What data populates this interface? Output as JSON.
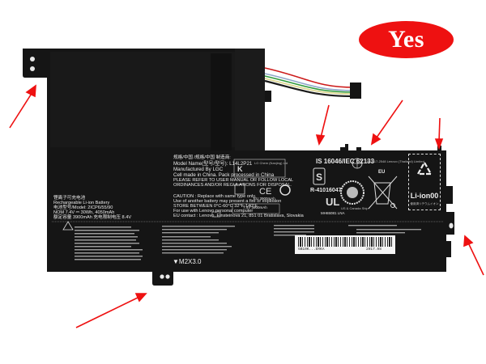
{
  "image": {
    "subject": "Laptop battery (rear/label side) on white background",
    "badge": {
      "label": "Yes",
      "color": "#ee1111",
      "text_color": "#ffffff"
    },
    "arrow_color": "#ee1111",
    "arrows_count": 6,
    "battery": {
      "color": "#141414",
      "header_cn": "规格/中国 /规格/中国  制造商:",
      "model_name": "Model Name(型号/型号): L14L2P21",
      "manufacturer": "Manufactured By LGC",
      "origin": "Cell made in China.  Pack processed in China",
      "notice1": "PLEASE REFER TO USER MANUAL OR FOLLOW LOCAL",
      "notice2": "ORDINANCES AND/OR REGULATIONS FOR DISPOSAL.",
      "caution": "CAUTION : Replace with same type only.",
      "warning": "Use of another battery may present a fire or explosion",
      "store": "STORE BETWEEN 0°C-60°C  32°F-140°F",
      "use_for": "For use with Lenovo personal computer",
      "eu_contact": "EU contact : Lenovo, Einsteinova 21, 851 01 Bratislava, Slovakia",
      "left_title_cn": "锂离子可充电池",
      "left_type": "Rechargeable Li-ion Battery",
      "left_model": "电池型号/Model: 2ICP6/55/90",
      "left_nom": "NOM 7.4V ⎓ 30Wh, 4050mAh",
      "left_rated": "额定容量 3900mAh   充电限制电压 8.4V",
      "standard": "IS 16046/IEC 62133",
      "r_number": "R-41016047",
      "kc_maker": "LG Chem (Nanjing) Ltd",
      "eu_capacity": "EU 3900mAh",
      "jp_rating": "7.4V  3900mAh",
      "ul_code": "MH65081 LNA",
      "us_canada": "US & Canada Ship",
      "tis_text": "TIS 2217-2548  Lenovo (Thailand) Limited",
      "eu_label": "EU",
      "recycle_label": "Li-ion00",
      "recycle_sub": "使用済リチウムイオン",
      "screw_mark": "▼M2X3.0",
      "barcode_number": "5B10K...ERKA",
      "barcode_date": "2017.08",
      "wires": [
        "#cc1a1a",
        "#ffffff",
        "#8fa6c9",
        "#2f9a3a",
        "#f3f0a0",
        "#1a1a1a"
      ]
    }
  }
}
